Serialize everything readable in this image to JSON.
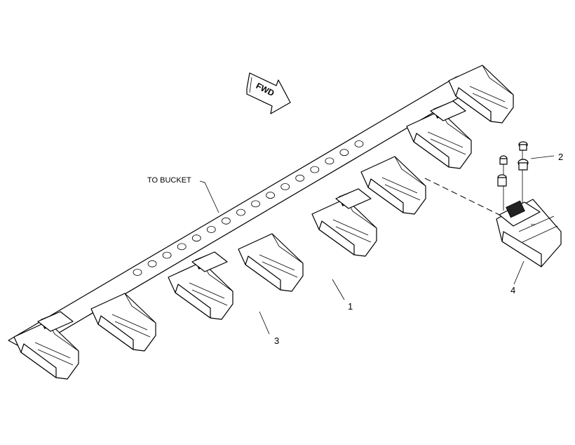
{
  "diagram": {
    "direction_arrow": {
      "text": "FWD"
    },
    "note": {
      "text": "TO BUCKET"
    },
    "callouts": [
      {
        "id": "1",
        "text": "1"
      },
      {
        "id": "2",
        "text": "2"
      },
      {
        "id": "3",
        "text": "3"
      },
      {
        "id": "4",
        "text": "4"
      }
    ]
  }
}
